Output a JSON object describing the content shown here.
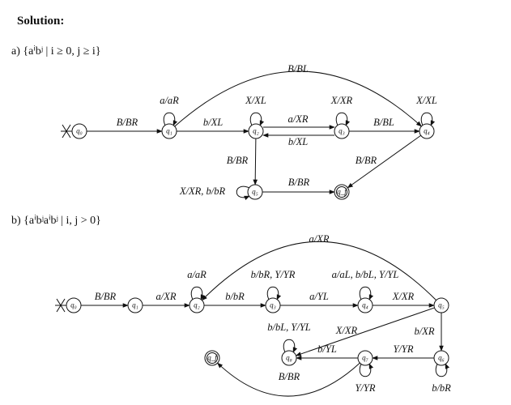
{
  "heading": "Solution:",
  "parts": [
    {
      "label": "a)  {aⁱbʲ | i ≥ 0, j ≥ i}",
      "states": [
        {
          "id": "q0",
          "label": "q₀"
        },
        {
          "id": "q1",
          "label": "q₁"
        },
        {
          "id": "q2",
          "label": "q₂"
        },
        {
          "id": "q3",
          "label": "q₃"
        },
        {
          "id": "q4",
          "label": "q₄"
        },
        {
          "id": "q5",
          "label": "q₅"
        },
        {
          "id": "qf",
          "label": "q_f",
          "accepting": true
        }
      ],
      "transitions": [
        {
          "from": "q0",
          "to": "q1",
          "label": "B/BR"
        },
        {
          "from": "q1",
          "to": "q1",
          "label": "a/aR"
        },
        {
          "from": "q1",
          "to": "q2",
          "label": "b/XL"
        },
        {
          "from": "q1",
          "to": "q4",
          "label": "B/BL"
        },
        {
          "from": "q2",
          "to": "q2",
          "label": "X/XL"
        },
        {
          "from": "q2",
          "to": "q3",
          "label": "a/XR"
        },
        {
          "from": "q3",
          "to": "q2",
          "label": "b/XL"
        },
        {
          "from": "q3",
          "to": "q3",
          "label": "X/XR"
        },
        {
          "from": "q3",
          "to": "q4",
          "label": "B/BL"
        },
        {
          "from": "q4",
          "to": "q4",
          "label": "X/XL"
        },
        {
          "from": "q2",
          "to": "q5",
          "label": "B/BR"
        },
        {
          "from": "q4",
          "to": "qf",
          "label": "B/BR"
        },
        {
          "from": "q5",
          "to": "q5",
          "label": "X/XR, b/bR"
        },
        {
          "from": "q5",
          "to": "qf",
          "label": "B/BR"
        }
      ]
    },
    {
      "label": "b)  {aⁱbʲaⁱbʲ | i, j > 0}",
      "states": [
        {
          "id": "q0",
          "label": "q₀"
        },
        {
          "id": "q1",
          "label": "q₁"
        },
        {
          "id": "q2",
          "label": "q₂"
        },
        {
          "id": "q3",
          "label": "q₃"
        },
        {
          "id": "q4",
          "label": "q₄"
        },
        {
          "id": "q5",
          "label": "q₅"
        },
        {
          "id": "q6",
          "label": "q₆"
        },
        {
          "id": "q7",
          "label": "q₇"
        },
        {
          "id": "q8",
          "label": "q₈"
        },
        {
          "id": "qf",
          "label": "q_f",
          "accepting": true
        }
      ],
      "transitions": [
        {
          "from": "q0",
          "to": "q1",
          "label": "B/BR"
        },
        {
          "from": "q1",
          "to": "q2",
          "label": "a/XR"
        },
        {
          "from": "q2",
          "to": "q2",
          "label": "a/aR"
        },
        {
          "from": "q2",
          "to": "q3",
          "label": "b/bR"
        },
        {
          "from": "q3",
          "to": "q3",
          "label": "b/bR, Y/YR"
        },
        {
          "from": "q3",
          "to": "q4",
          "label": "a/YL"
        },
        {
          "from": "q4",
          "to": "q4",
          "label": "a/aL, b/bL, Y/YL"
        },
        {
          "from": "q4",
          "to": "q5",
          "label": "X/XR"
        },
        {
          "from": "q5",
          "to": "q2",
          "label": "a/XR"
        },
        {
          "from": "q5",
          "to": "q6",
          "label": "b/XR"
        },
        {
          "from": "q5",
          "to": "q8",
          "label": "X/XR"
        },
        {
          "from": "q6",
          "to": "q6",
          "label": "b/bR"
        },
        {
          "from": "q6",
          "to": "q7",
          "label": "Y/YR"
        },
        {
          "from": "q7",
          "to": "q7",
          "label": "Y/YR"
        },
        {
          "from": "q7",
          "to": "q8",
          "label": "b/YL"
        },
        {
          "from": "q7",
          "to": "qf",
          "label": "B/BR"
        },
        {
          "from": "q8",
          "to": "q8",
          "label": "b/bL, Y/YL"
        }
      ]
    }
  ]
}
